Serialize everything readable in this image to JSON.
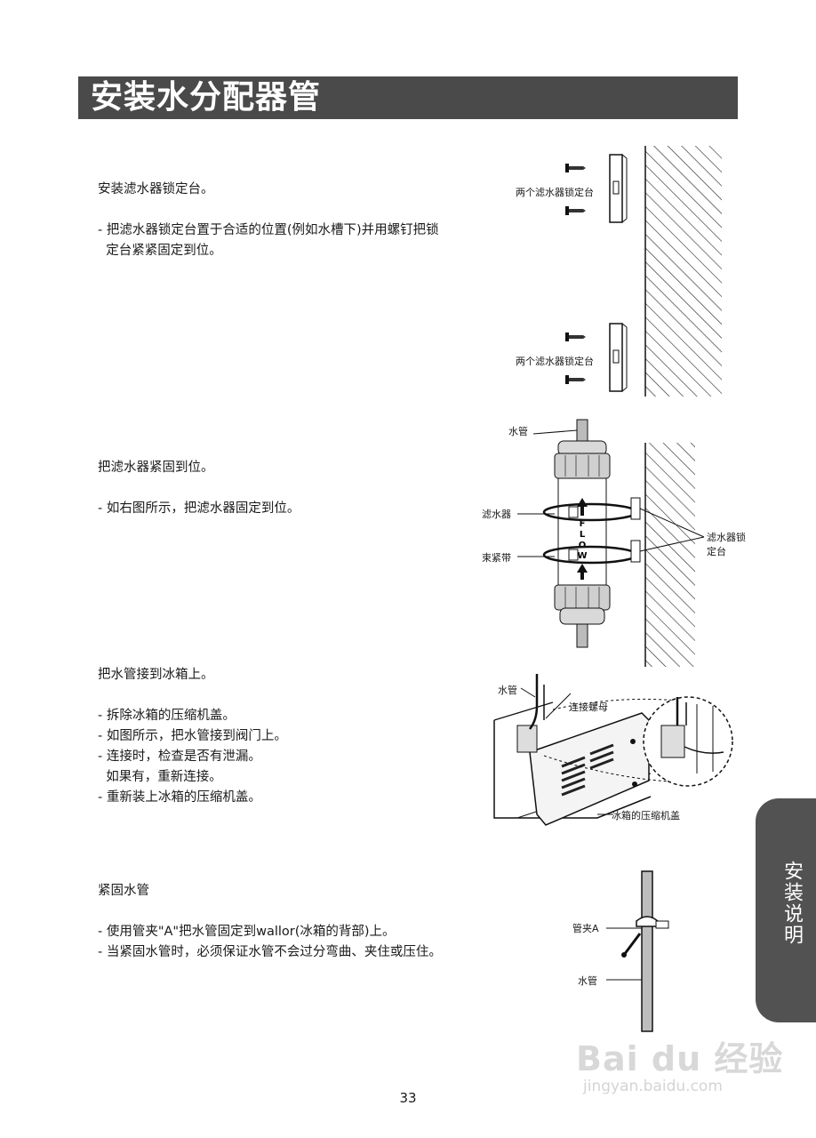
{
  "header": {
    "title": "安装水分配器管"
  },
  "sections": [
    {
      "heading": "安装滤水器锁定台。",
      "lines": [
        "- 把滤水器锁定台置于合适的位置(例如水槽下)并用螺钉把锁",
        "  定台紧紧固定到位。"
      ]
    },
    {
      "heading": "把滤水器紧固到位。",
      "lines": [
        "- 如右图所示，把滤水器固定到位。"
      ]
    },
    {
      "heading": "把水管接到冰箱上。",
      "lines": [
        "- 拆除冰箱的压缩机盖。",
        "- 如图所示，把水管接到阀门上。",
        "- 连接时，检查是否有泄漏。",
        "  如果有，重新连接。",
        "- 重新装上冰箱的压缩机盖。"
      ]
    },
    {
      "heading": "紧固水管",
      "lines": [
        "- 使用管夹\"A\"把水管固定到wallor(冰箱的背部)上。",
        "- 当紧固水管时，必须保证水管不会过分弯曲、夹住或压住。"
      ]
    }
  ],
  "figures": {
    "fig1": {
      "label_top": "两个滤水器锁定台",
      "label_bottom": "两个滤水器锁定台"
    },
    "fig2": {
      "water_pipe": "水管",
      "filter": "滤水器",
      "strap": "束紧带",
      "lock_base": "滤水器锁\n定台",
      "flow_letters": [
        "F",
        "L",
        "O",
        "W"
      ]
    },
    "fig3": {
      "water_pipe": "水管",
      "nut": "连接螺母",
      "cover": "冰箱的压缩机盖"
    },
    "fig4": {
      "clamp": "管夹A",
      "water_pipe": "水管"
    }
  },
  "side_tab": {
    "label": "安装说明"
  },
  "page_number": "33",
  "watermark": {
    "main": "Bai du 经验",
    "sub": "jingyan.baidu.com"
  }
}
